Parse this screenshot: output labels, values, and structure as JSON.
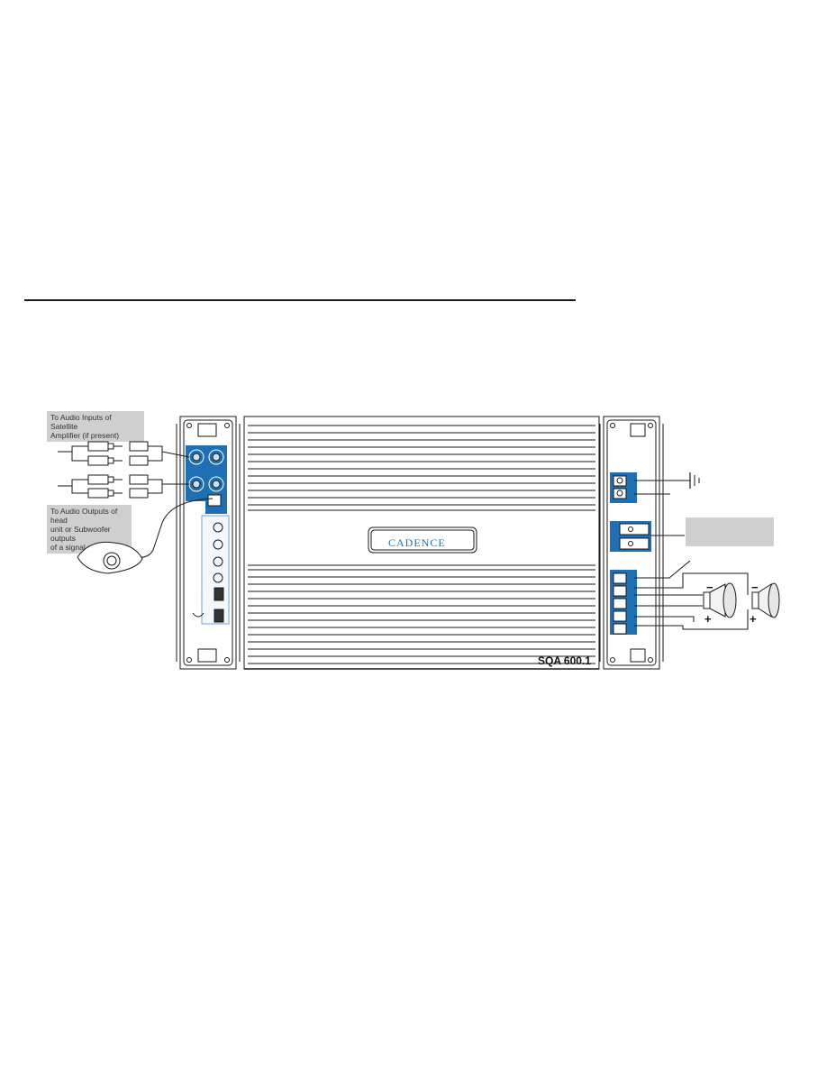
{
  "callouts": {
    "satellite_inputs": [
      "To Audio Inputs of Satellite",
      "Amplifier (if present)"
    ],
    "head_unit_outputs": [
      "To Audio Outputs of head",
      "unit or Subwoofer outputs",
      "of a signal processor"
    ]
  },
  "amplifier": {
    "brand": "CADENCE",
    "model": "SQA 600.1"
  },
  "speakers": {
    "minus_symbol": "−",
    "plus_symbol": "+"
  },
  "colors": {
    "panel_blue": "#1e6fb3",
    "callout_gray": "#cfcfcf",
    "line": "#1a1a1a"
  }
}
